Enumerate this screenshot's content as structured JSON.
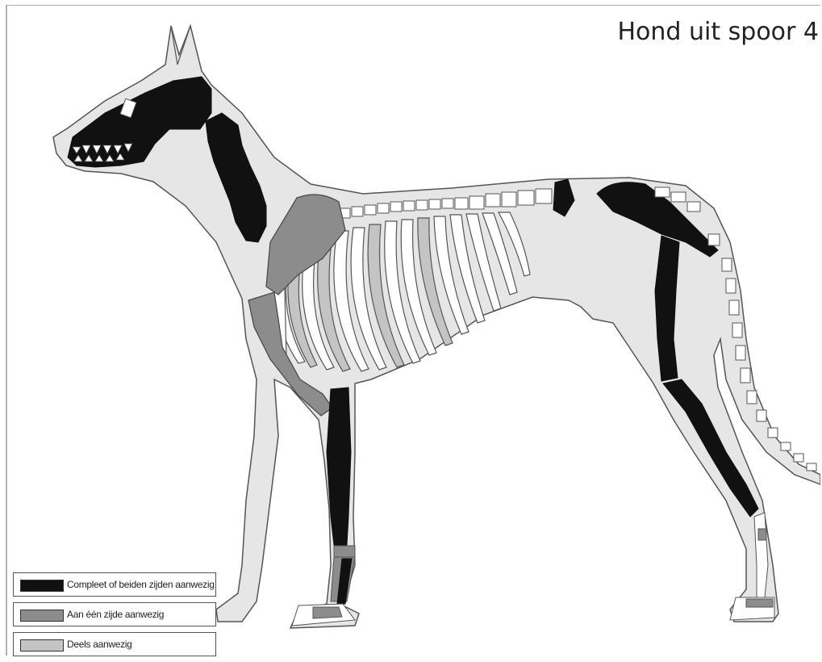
{
  "title": "Hond uit spoor 4",
  "colors": {
    "complete": "#111111",
    "one_side": "#8c8c8c",
    "partial": "#c4c4c4",
    "absent": "#ffffff",
    "body_fill": "#e6e6e6",
    "outline": "#555555"
  },
  "legend": [
    {
      "label": "Compleet of beiden zijden aanwezig",
      "color": "#111111"
    },
    {
      "label": "Aan één zijde aanwezig",
      "color": "#8c8c8c"
    },
    {
      "label": "Deels aanwezig",
      "color": "#c4c4c4"
    }
  ]
}
